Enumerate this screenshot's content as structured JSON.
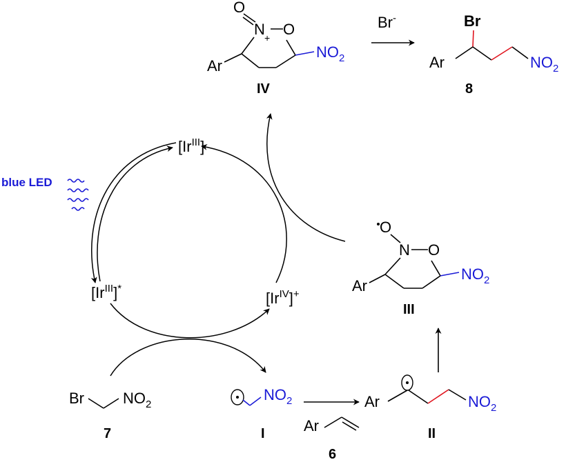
{
  "colors": {
    "blue": "#1a1ad6",
    "red": "#e0141e",
    "black": "#000000"
  },
  "catalyst": {
    "ir3": "[Ir",
    "ir3_sup": "III",
    "ir3_close": "]",
    "ir3_star_sup": "*",
    "ir4_sup": "IV",
    "ir4_charge": "+",
    "light_label": "blue LED"
  },
  "reagents": {
    "bromide": "Br",
    "bromide_charge": "-",
    "reagent7_br": "Br",
    "no2_n": "NO",
    "no2_sub": "2",
    "ar": "Ar"
  },
  "atoms": {
    "N": "N",
    "O": "O",
    "plus": "+",
    "Br": "Br"
  },
  "labels": {
    "c7": "7",
    "cI": "I",
    "c6": "6",
    "cII": "II",
    "cIII": "III",
    "cIV": "IV",
    "c8": "8"
  }
}
